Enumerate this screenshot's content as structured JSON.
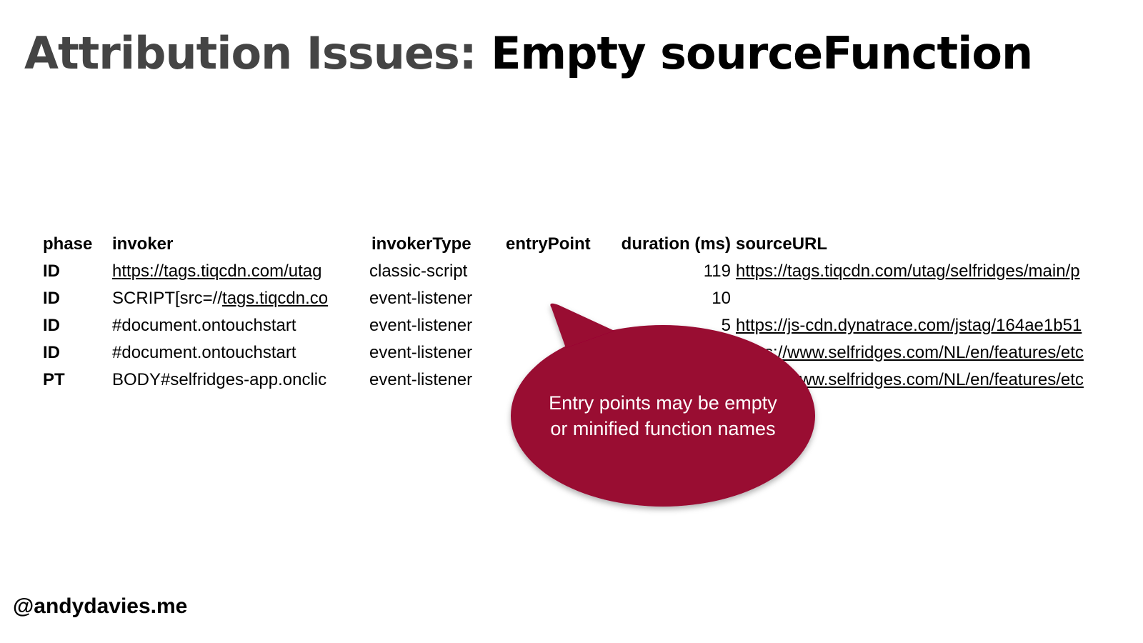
{
  "slide": {
    "title_prefix": "Attribution Issues:",
    "title_main": "Empty sourceFunction",
    "handle": "@andydavies.me"
  },
  "table": {
    "headers": {
      "phase": "phase",
      "invoker": "invoker",
      "invokerType": "invokerType",
      "entryPoint": "entryPoint",
      "duration": "duration (ms)",
      "sourceURL": "sourceURL"
    },
    "rows": [
      {
        "phase": "ID",
        "invoker_prefix": "",
        "invoker_link": "https://tags.tiqcdn.com/utag",
        "invokerType": "classic-script",
        "entryPoint": "",
        "duration": "119",
        "sourceURL": "https://tags.tiqcdn.com/utag/selfridges/main/p"
      },
      {
        "phase": "ID",
        "invoker_prefix": "SCRIPT[src=//",
        "invoker_link": "tags.tiqcdn.co",
        "invokerType": "event-listener",
        "entryPoint": "",
        "duration": "10",
        "sourceURL": ""
      },
      {
        "phase": "ID",
        "invoker_prefix": "#document.ontouchstart",
        "invoker_link": "",
        "invokerType": "event-listener",
        "entryPoint": "",
        "duration": "5",
        "sourceURL": "https://js-cdn.dynatrace.com/jstag/164ae1b51"
      },
      {
        "phase": "ID",
        "invoker_prefix": "#document.ontouchstart",
        "invoker_link": "",
        "invokerType": "event-listener",
        "entryPoint": "",
        "duration": "",
        "sourceURL": "https://www.selfridges.com/NL/en/features/etc"
      },
      {
        "phase": "PT",
        "invoker_prefix": "BODY#selfridges-app.onclic",
        "invoker_link": "",
        "invokerType": "event-listener",
        "entryPoint": "",
        "duration": "",
        "sourceURL": "https://www.selfridges.com/NL/en/features/etc"
      }
    ]
  },
  "callout": {
    "text_line1": "Entry points may be empty",
    "text_line2": "or minified function names",
    "color": "#990733"
  }
}
